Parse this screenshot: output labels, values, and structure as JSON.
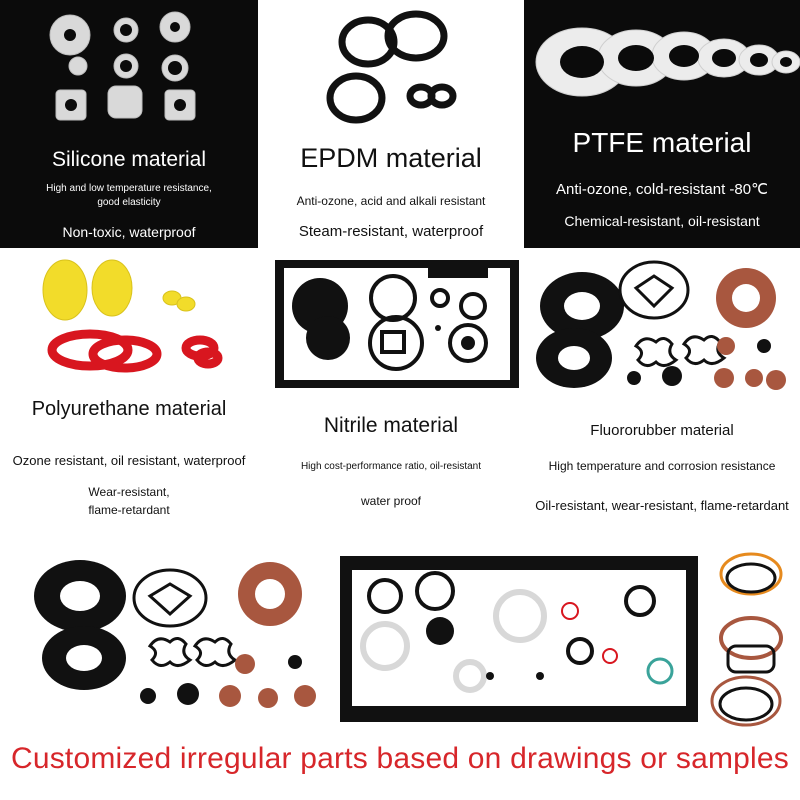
{
  "panels": {
    "silicone": {
      "title": "Silicone material",
      "line1": "High and low temperature resistance, good elasticity",
      "line2": "Non-toxic, waterproof"
    },
    "epdm": {
      "title": "EPDM material",
      "line1": "Anti-ozone, acid and alkali resistant",
      "line2": "Steam-resistant, waterproof"
    },
    "ptfe": {
      "title": "PTFE material",
      "line1": "Anti-ozone, cold-resistant -80℃",
      "line2": "Chemical-resistant, oil-resistant"
    },
    "polyurethane": {
      "title": "Polyurethane material",
      "line1": "Ozone resistant, oil resistant, waterproof",
      "line2": "Wear-resistant,",
      "line3": "flame-retardant"
    },
    "nitrile": {
      "title": "Nitrile material",
      "line1": "High cost-performance ratio, oil-resistant",
      "line2": "water proof"
    },
    "fluororubber": {
      "title": "Fluororubber material",
      "line1": "High temperature and corrosion resistance",
      "line2": "Oil-resistant, wear-resistant, flame-retardant"
    }
  },
  "footer": {
    "banner": "Customized irregular parts based on drawings or samples"
  },
  "colors": {
    "banner": "#d7262a",
    "dark_bg": "#0b0b0b",
    "fluoro_brown": "#a8573f",
    "pu_red": "#d8161f",
    "pu_yellow": "#f2dc2a"
  }
}
